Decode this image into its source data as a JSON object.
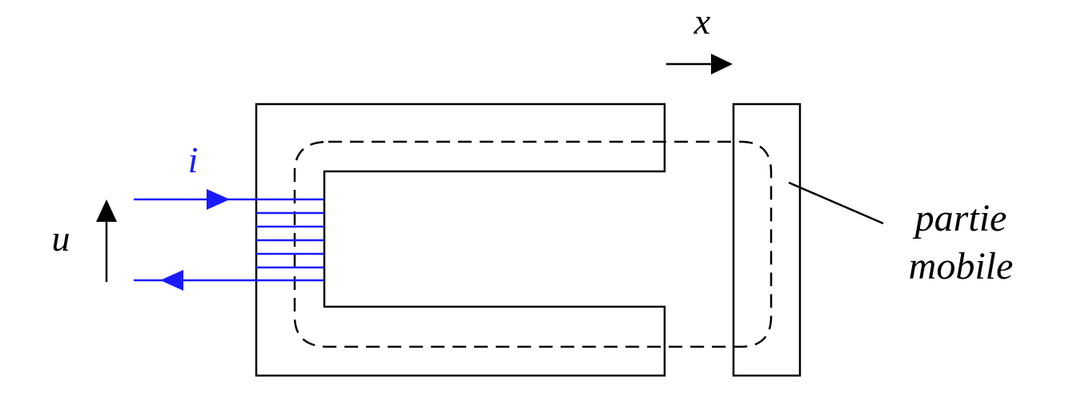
{
  "labels": {
    "x": "x",
    "current": "i",
    "voltage": "u",
    "moving_part_line1": "partie",
    "moving_part_line2": "mobile"
  },
  "colors": {
    "structure": "#000000",
    "coil": "#1a1aff",
    "background": "#ffffff"
  },
  "coil": {
    "turns": 6
  }
}
